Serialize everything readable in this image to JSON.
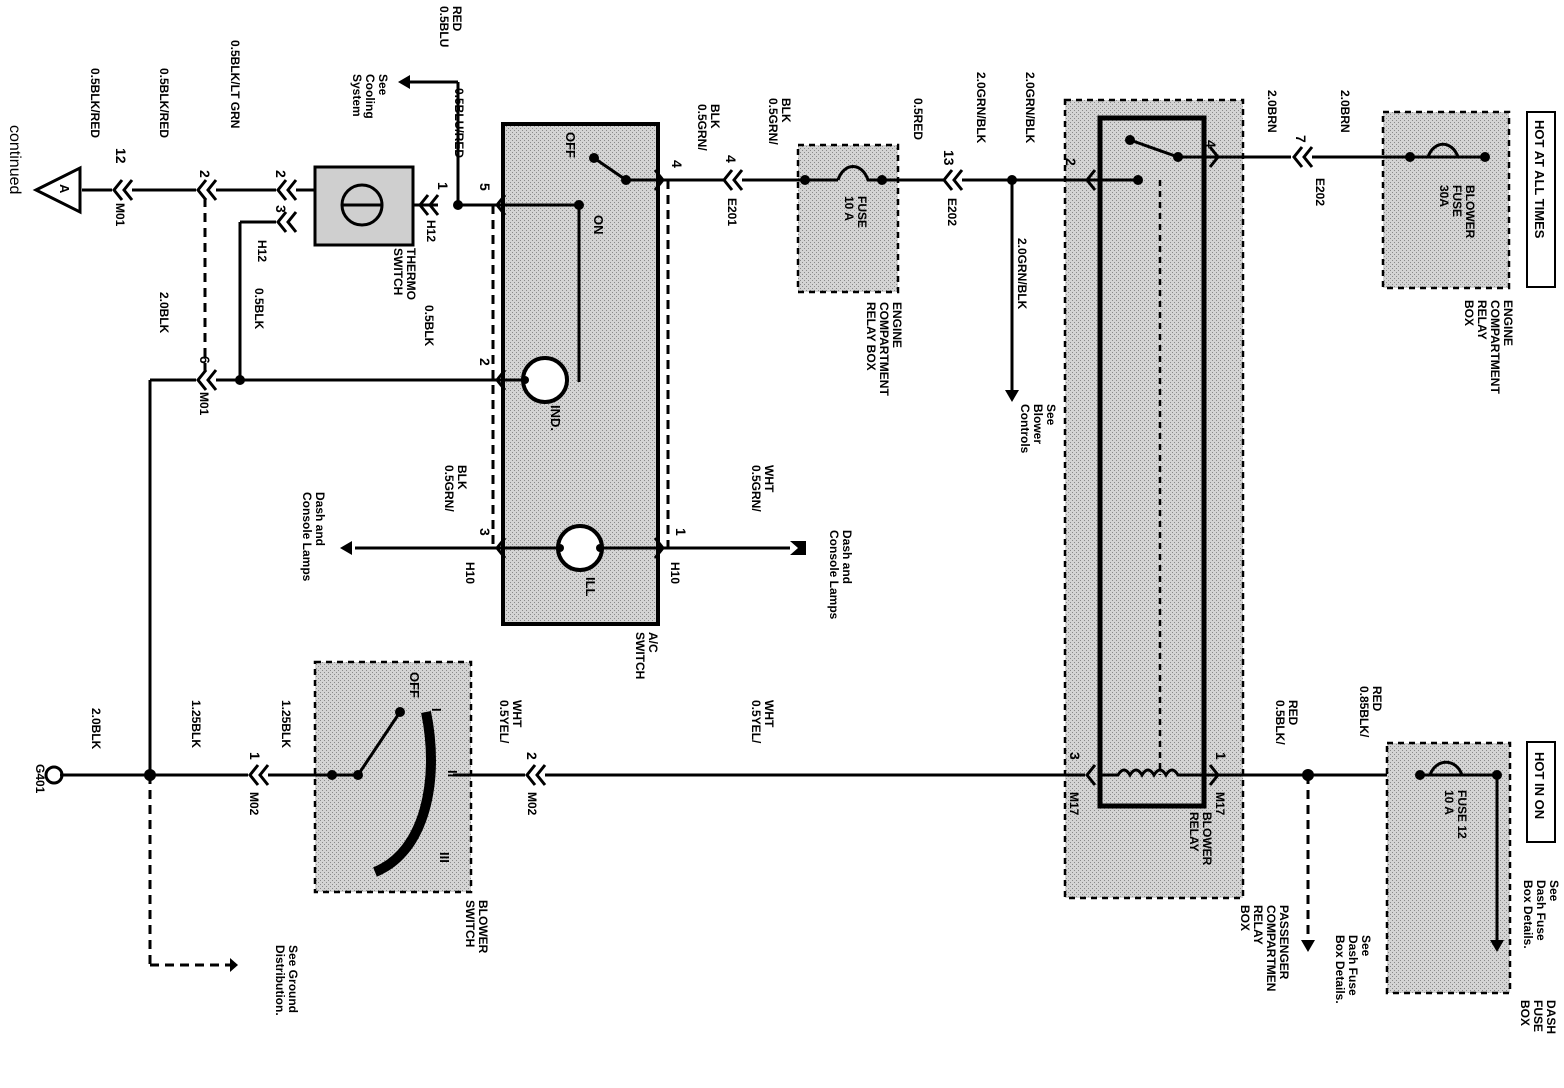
{
  "page": {
    "continued": "continued",
    "offpage_a": "A"
  },
  "headers": {
    "hot_at_all_times": "HOT AT ALL TIMES",
    "hot_in_on": "HOT IN ON"
  },
  "components": {
    "ecrb_top": [
      "ENGINE",
      "COMPARTMENT",
      "RELAY",
      "BOX"
    ],
    "ecrb_mid": [
      "ENGINE",
      "COMPARTMENT",
      "RELAY BOX"
    ],
    "blower_fuse": [
      "BLOWER",
      "FUSE",
      "30A"
    ],
    "fuse_10a": [
      "FUSE",
      "10 A"
    ],
    "dash_fuse_box": [
      "DASH",
      "FUSE",
      "BOX"
    ],
    "fuse_12": [
      "FUSE 12",
      "10 A"
    ],
    "pcrb": [
      "PASSENGER",
      "COMPARTMEN",
      "RELAY",
      "BOX"
    ],
    "blower_relay": [
      "BLOWER",
      "RELAY"
    ],
    "ac_switch": [
      "A/C",
      "SWITCH"
    ],
    "thermo_switch": [
      "THERMO",
      "SWITCH"
    ],
    "blower_switch": [
      "BLOWER",
      "SWITCH"
    ],
    "ind": "IND.",
    "ill": "ILL",
    "off": "OFF",
    "on": "ON",
    "bsw_off": "OFF",
    "bsw_i": "I",
    "bsw_ii": "II",
    "bsw_iii": "III"
  },
  "connectors": {
    "e202_top": "E202",
    "e202_mid": "E202",
    "e201": "E201",
    "m17_a": "M17",
    "m17_b": "M17",
    "m02_a": "M02",
    "m02_b": "M02",
    "m01_a": "M01",
    "m01_b": "M01",
    "h12_a": "H12",
    "h12_b": "H12",
    "h10_a": "H10",
    "h10_b": "H10",
    "g401": "G401"
  },
  "pins": {
    "p7": "7",
    "p13": "13",
    "p4a": "4",
    "p4b": "4",
    "p4c": "4",
    "p2a": "2",
    "p1a": "1",
    "p3a": "3",
    "p1b": "1",
    "p5": "5",
    "p1c": "1",
    "p2b": "2",
    "p3b": "3",
    "p2c": "2",
    "p12": "12",
    "p6": "6",
    "p2d": "2",
    "p3c": "3",
    "p1d": "1",
    "p2e": "2",
    "p1e": "1"
  },
  "wires": {
    "w_20brn_a": "2.0BRN",
    "w_20brn_b": "2.0BRN",
    "w_20grnblk_a": "2.0GRN/BLK",
    "w_20grnblk_b": "2.0GRN/BLK",
    "w_20grnblk_c": "2.0GRN/BLK",
    "w_05red": "0.5RED",
    "w_05grnblk_a": [
      "0.5GRN/",
      "BLK"
    ],
    "w_05grnblk_b": [
      "0.5GRN/",
      "BLK"
    ],
    "w_05grnblk_c": [
      "0.5GRN/",
      "BLK"
    ],
    "w_05blured": [
      "0.5BLU",
      "RED"
    ],
    "w_05blured_b": "0.5BLU/RED",
    "w_05blkltgrn": "0.5BLK/LT GRN",
    "w_05blkred_a": "0.5BLK/RED",
    "w_05blkred_b": "0.5BLK/RED",
    "w_05blk_a": "0.5BLK",
    "w_05blk_b": "0.5BLK",
    "w_20blk_a": "2.0BLK",
    "w_20blk_b": "2.0BLK",
    "w_125blk_a": "1.25BLK",
    "w_125blk_b": "1.25BLK",
    "w_05grnwht": [
      "0.5GRN/",
      "WHT"
    ],
    "w_05yelwht_a": [
      "0.5YEL/",
      "WHT"
    ],
    "w_05yelwht_b": [
      "0.5YEL/",
      "WHT"
    ],
    "w_05blkred_c": [
      "0.5BLK/",
      "RED"
    ],
    "w_085blkred": [
      "0.85BLK/",
      "RED"
    ]
  },
  "notes": {
    "see_cooling": [
      "See",
      "Cooling",
      "System"
    ],
    "see_blower": [
      "See",
      "Blower",
      "Controls"
    ],
    "dash_console_a": [
      "Dash and",
      "Console Lamps"
    ],
    "dash_console_b": [
      "Dash and",
      "Console Lamps"
    ],
    "see_ground": [
      "See Ground",
      "Distribution."
    ],
    "see_dash_fuse_a": [
      "See",
      "Dash Fuse",
      "Box Details."
    ],
    "see_dash_fuse_b": [
      "See",
      "Dash Fuse",
      "Box Details."
    ]
  }
}
